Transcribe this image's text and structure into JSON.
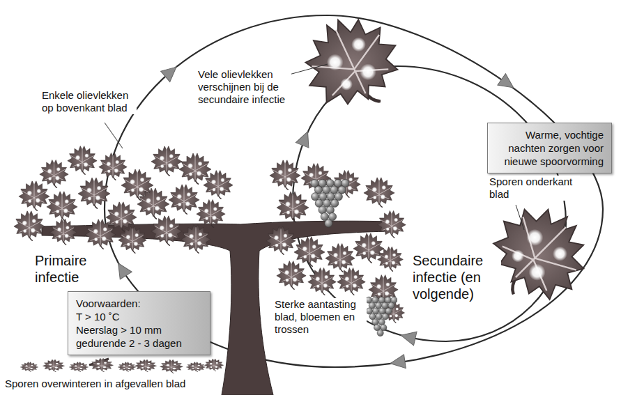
{
  "diagram": {
    "nodes": [
      {
        "text": [
          "Warme, vochtige nachten zorgen voor nieuwe spoorvorming"
        ]
      },
      {
        "text": [
          "Voorwaarden:",
          "T > 10 ˚C",
          "Neerslag > 10 mm",
          "gedurende 2 - 3 dagen"
        ]
      }
    ],
    "labels": [
      "Enkele olievlekken op bovenkant blad",
      "Vele olievlekken verschijnen bij de secundaire infectie",
      "Sporen onderkant blad",
      "Secundaire infectie (en volgende)",
      "Primaire infectie",
      "Sterke aantasting blad, bloemen en trossen",
      "Sporen overwinteren in afgevallen blad"
    ]
  }
}
